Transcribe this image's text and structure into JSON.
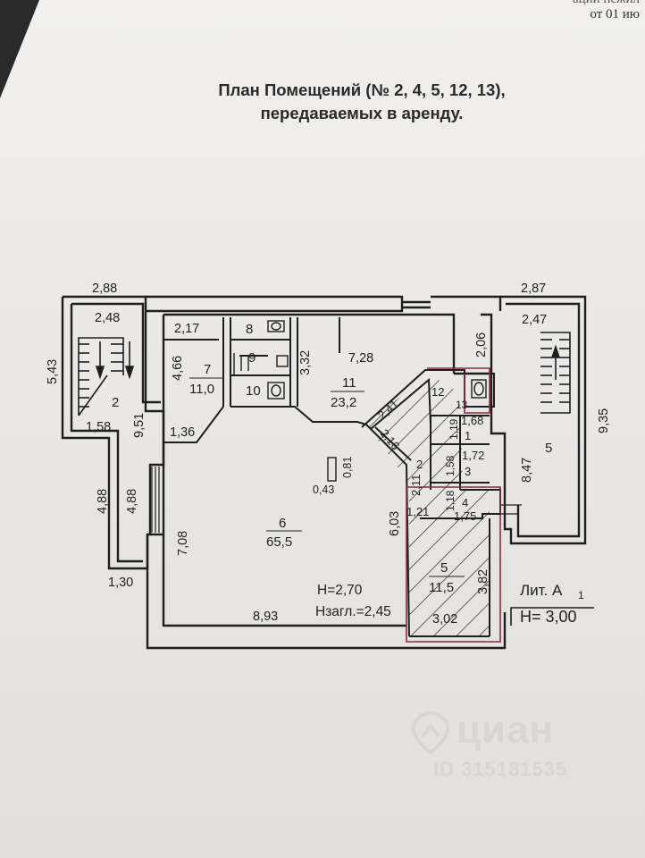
{
  "header": {
    "top_right_fragment": "ации нежил",
    "date_fragment": "от 01 ию"
  },
  "title": {
    "line1": "План Помещений (№  2, 4, 5, 12, 13),",
    "line2": "передаваемых в аренду."
  },
  "dimensions": {
    "d288": "2,88",
    "d287": "2,87",
    "d248": "2,48",
    "d247": "2,47",
    "d543": "5,43",
    "d935": "9,35",
    "d217": "2,17",
    "d466": "4,66",
    "d332": "3,32",
    "d728": "7,28",
    "d206": "2,06",
    "d951": "9,51",
    "d158": "1,58",
    "d136": "1,36",
    "d488a": "4,88",
    "d488b": "4,88",
    "d130": "1,30",
    "d708": "7,08",
    "d081": "0,81",
    "d043": "0,43",
    "d603": "6,03",
    "d893": "8,93",
    "d241": "2,41",
    "d216": "2,16",
    "d211": "2,11",
    "d121": "1,21",
    "d168": "1,68",
    "d119": "1,19",
    "d172": "1,72",
    "d158b": "1,58",
    "d118": "1,18",
    "d175": "1,75",
    "d847": "8,47",
    "d382": "3,82",
    "d302": "3,02"
  },
  "rooms": {
    "r2_left": "2",
    "r7_num": "7",
    "r7_area": "11,0",
    "r8": "8",
    "r9": "9",
    "r10": "10",
    "r11_num": "11",
    "r11_area": "23,2",
    "r12": "12",
    "r13": "13",
    "r1": "1",
    "r2_mid": "2",
    "r3": "3",
    "r4": "4",
    "r5_right": "5",
    "r6_num": "6",
    "r6_area": "65,5",
    "r5_num": "5",
    "r5_area": "11,5"
  },
  "heights": {
    "h_main": "Н=2,70",
    "h_floor": "Нзагл.=2,45"
  },
  "lit": {
    "label": "Лит. А",
    "sub": "1",
    "height": "Н= 3,00"
  },
  "watermark": {
    "brand": "циан",
    "id": "ID 315181535"
  }
}
